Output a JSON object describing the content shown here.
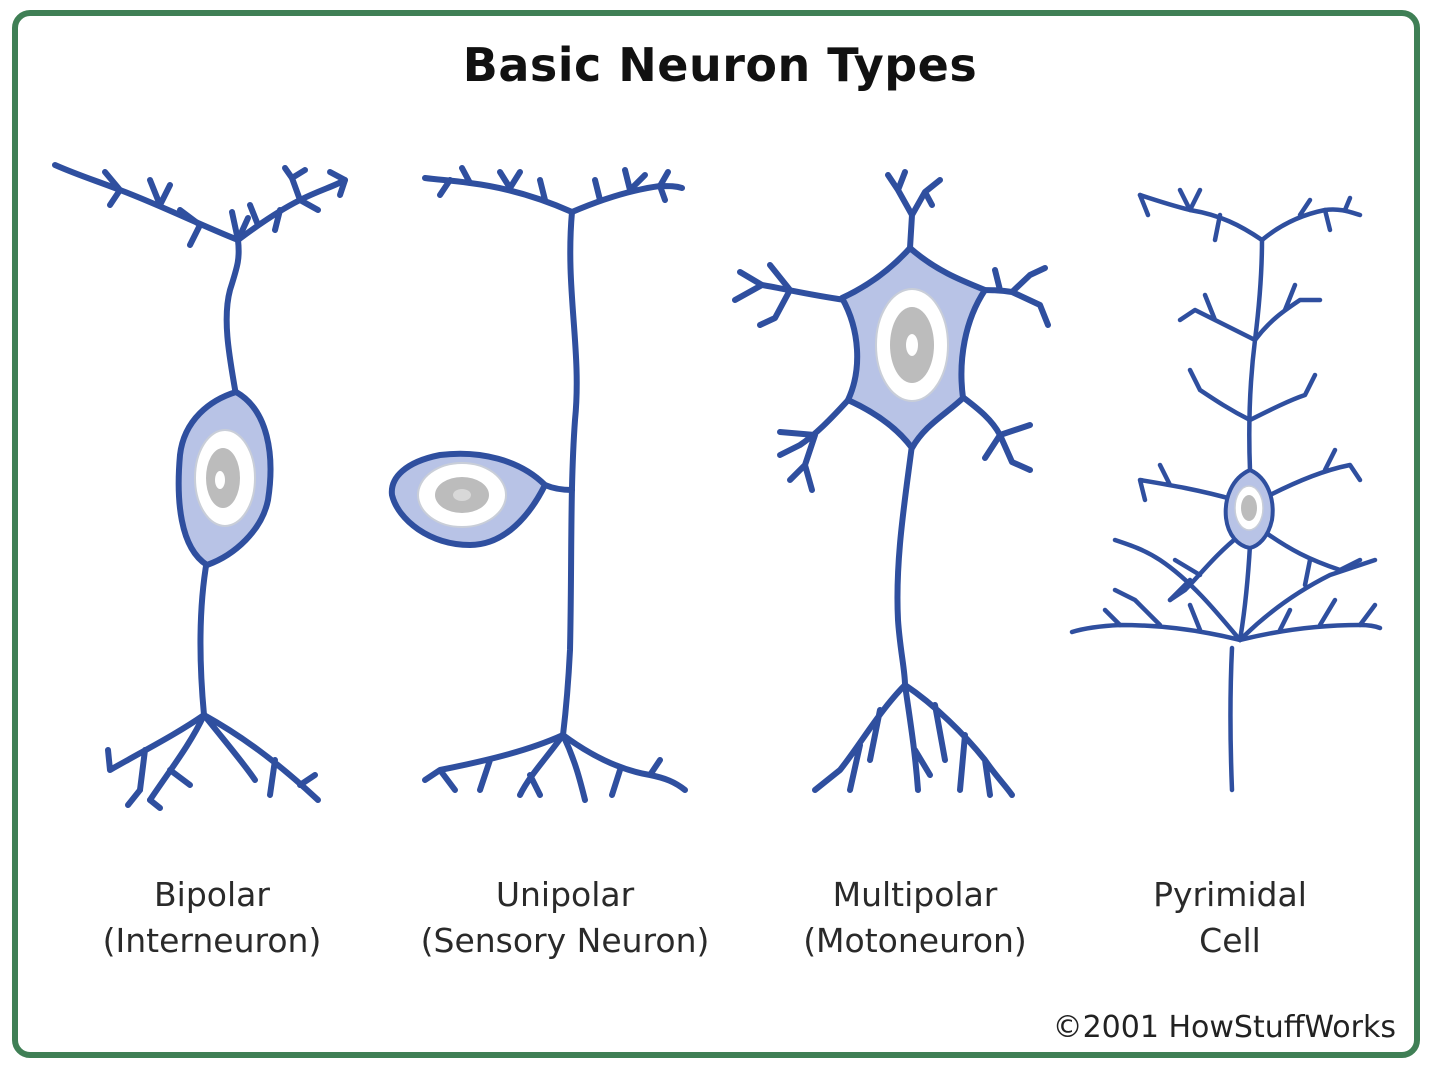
{
  "title": "Basic Neuron Types",
  "neurons": [
    {
      "name": "Bipolar",
      "subtitle": "(Interneuron)"
    },
    {
      "name": "Unipolar",
      "subtitle": "(Sensory Neuron)"
    },
    {
      "name": "Multipolar",
      "subtitle": "(Motoneuron)"
    },
    {
      "name": "Pyrimidal",
      "subtitle": "Cell"
    }
  ],
  "copyright": "©2001 HowStuffWorks",
  "colors": {
    "border": "#3f7f55",
    "stroke": "#2f4f9f",
    "cell_fill": "#b8c3e6",
    "nucleus_ring": "#ffffff",
    "nucleus": "#bcbcbc"
  }
}
